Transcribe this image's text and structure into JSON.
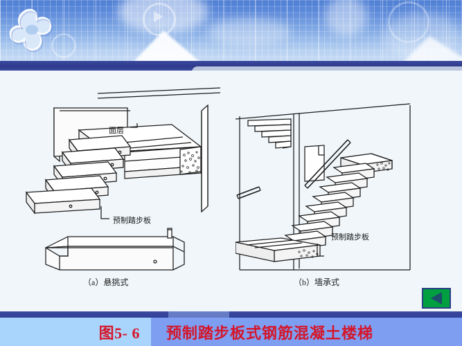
{
  "slide": {
    "background_color": "#f0f6fa",
    "banner": {
      "accent_dark": "#2e3a8c",
      "accent_light": "#b9c6dd",
      "logo_name": "splat-logo"
    },
    "nav": {
      "back_button_label": "",
      "back_button_color": "#00a040",
      "arrow_direction": "left"
    },
    "footer": {
      "figure_number": "图5- 6",
      "figure_title": "预制踏步板式钢筋混凝土楼梯",
      "text_color": "#d5162a",
      "left_panel_color": "#a9d4fb",
      "right_panel_color": "#7e9ef2"
    },
    "figures": [
      {
        "id": "fig-a",
        "caption": "（a）悬挑式",
        "labels": [
          {
            "name": "surface-layer",
            "text": "面层"
          },
          {
            "name": "precast-step-slab",
            "text": "预制踏步板"
          }
        ]
      },
      {
        "id": "fig-b",
        "caption": "（b）墙承式",
        "labels": [
          {
            "name": "precast-step-slab",
            "text": "预制踏步板"
          }
        ]
      }
    ]
  }
}
